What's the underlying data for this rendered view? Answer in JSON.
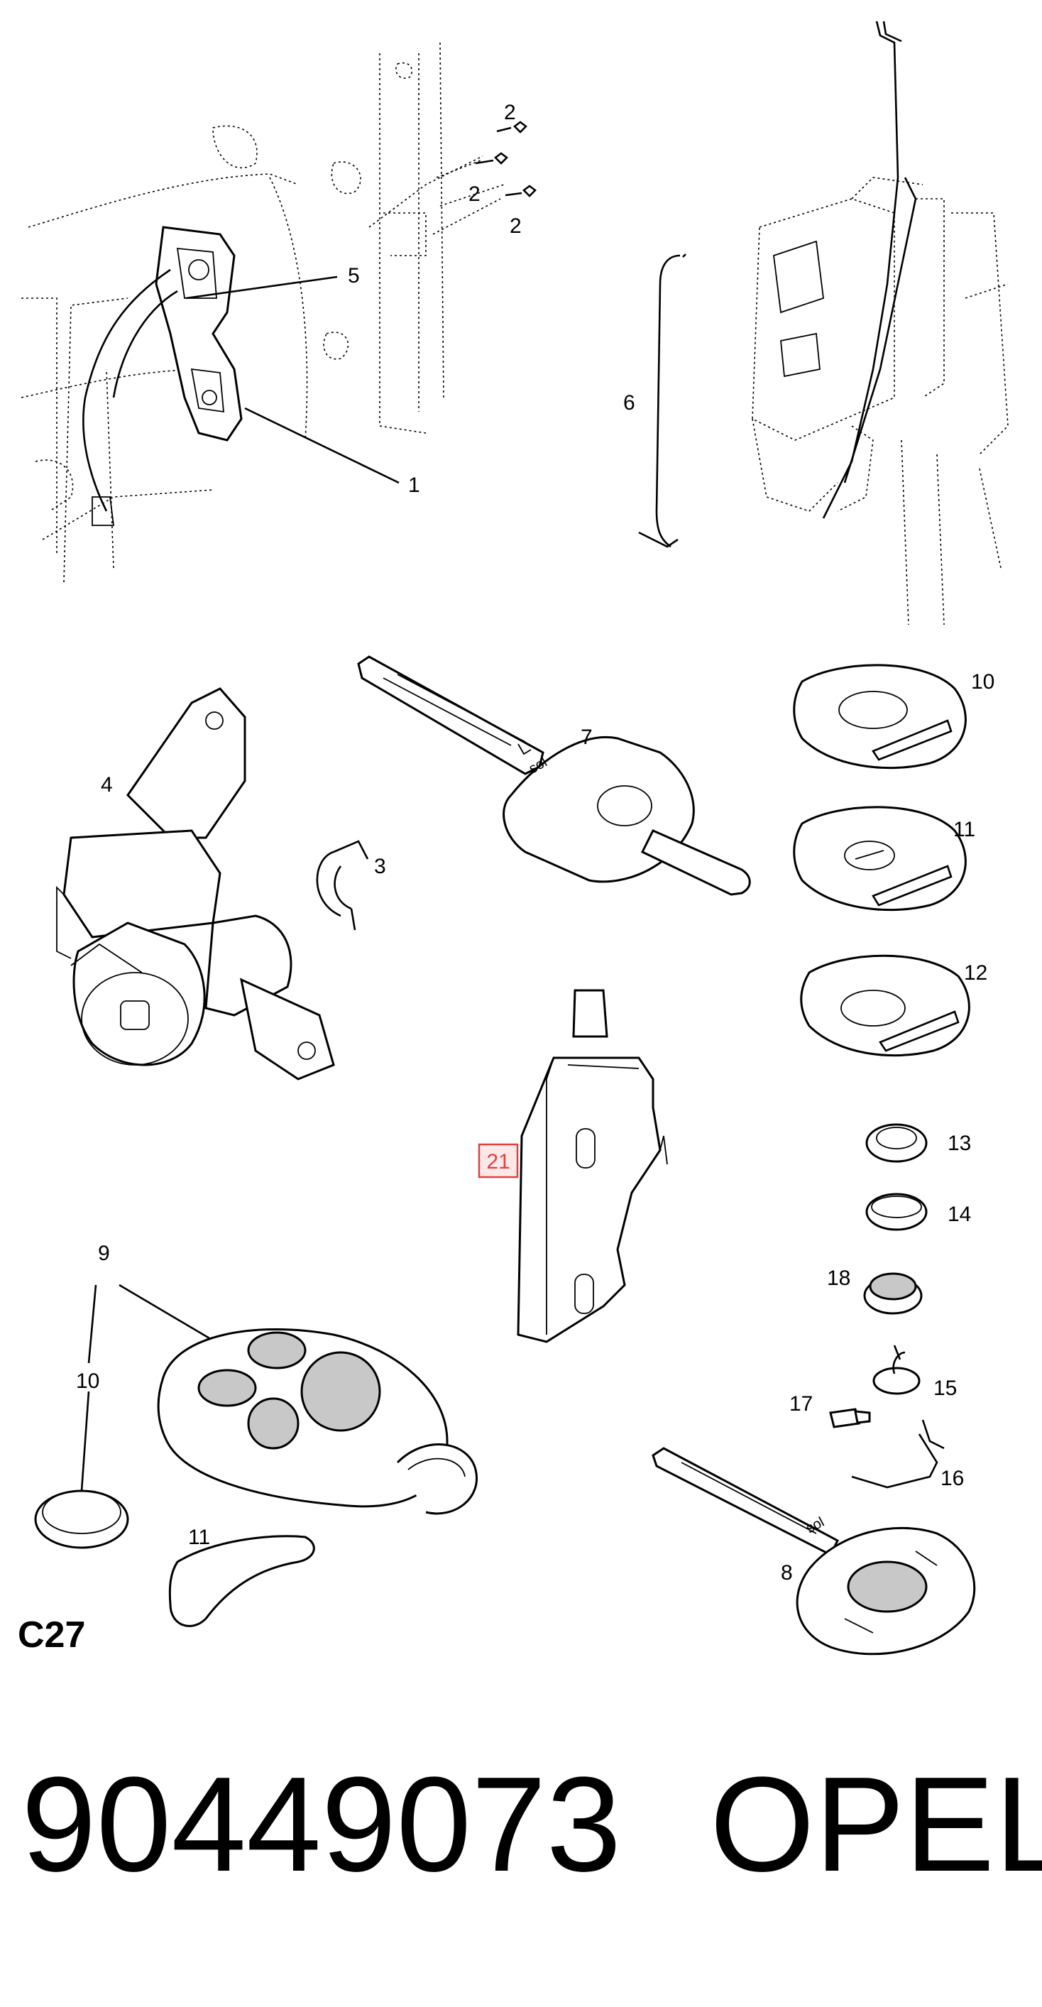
{
  "section_code": "C27",
  "part_number": "90449073",
  "brand": "OPEL",
  "highlighted_callout": "21",
  "highlight_color": "#e04040",
  "callouts": [
    "1",
    "2",
    "2",
    "2",
    "3",
    "4",
    "5",
    "6",
    "7",
    "8",
    "9",
    "10",
    "11",
    "12",
    "13",
    "14",
    "15",
    "16",
    "17",
    "18",
    "19",
    "20",
    "21"
  ]
}
